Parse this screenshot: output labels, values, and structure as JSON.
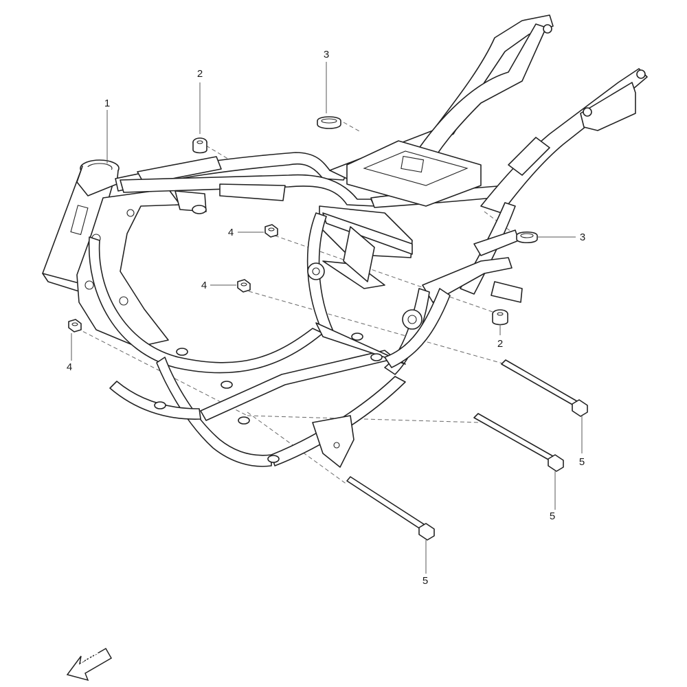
{
  "callouts": [
    {
      "id": "c1",
      "label": "1"
    },
    {
      "id": "c2a",
      "label": "2"
    },
    {
      "id": "c2b",
      "label": "2"
    },
    {
      "id": "c3a",
      "label": "3"
    },
    {
      "id": "c3b",
      "label": "3"
    },
    {
      "id": "c4a",
      "label": "4"
    },
    {
      "id": "c4b",
      "label": "4"
    },
    {
      "id": "c4c",
      "label": "4"
    },
    {
      "id": "c5a",
      "label": "5"
    },
    {
      "id": "c5b",
      "label": "5"
    },
    {
      "id": "c5c",
      "label": "5"
    }
  ],
  "direction_arrow": {
    "label": "FWD",
    "icon": "forward-arrow-icon"
  },
  "colors": {
    "line": "#222222",
    "fill_gray": "#bdbdbd",
    "background": "#ffffff"
  }
}
